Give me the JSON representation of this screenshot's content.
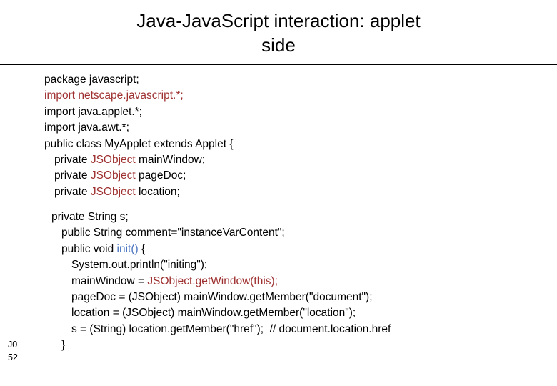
{
  "slide": {
    "title": "Java-JavaScript interaction: applet\nside",
    "background_color": "#ffffff",
    "rule_color": "#000000"
  },
  "colors": {
    "text": "#000000",
    "highlight_red": "#9e3030",
    "highlight_blue": "#4a74c0"
  },
  "code_block_1": {
    "lines": [
      {
        "indent": 0,
        "segments": [
          {
            "text": "package javascript;",
            "color": "plain"
          }
        ]
      },
      {
        "indent": 0,
        "segments": [
          {
            "text": "import netscape.javascript.*;",
            "color": "red"
          }
        ]
      },
      {
        "indent": 0,
        "segments": [
          {
            "text": "import java.applet.*;",
            "color": "plain"
          }
        ]
      },
      {
        "indent": 0,
        "segments": [
          {
            "text": "import java.awt.*;",
            "color": "plain"
          }
        ]
      },
      {
        "indent": 0,
        "segments": [
          {
            "text": "public class MyApplet extends Applet {",
            "color": "plain"
          }
        ]
      },
      {
        "indent": 1,
        "segments": [
          {
            "text": "private ",
            "color": "plain"
          },
          {
            "text": "JSObject",
            "color": "red"
          },
          {
            "text": " mainWindow;",
            "color": "plain"
          }
        ]
      },
      {
        "indent": 1,
        "segments": [
          {
            "text": "private ",
            "color": "plain"
          },
          {
            "text": "JSObject",
            "color": "red"
          },
          {
            "text": " pageDoc;",
            "color": "plain"
          }
        ]
      },
      {
        "indent": 1,
        "segments": [
          {
            "text": "private ",
            "color": "plain"
          },
          {
            "text": "JSObject",
            "color": "red"
          },
          {
            "text": " location;",
            "color": "plain"
          }
        ]
      }
    ]
  },
  "code_block_2": {
    "lines": [
      {
        "indent": 0,
        "segments": [
          {
            "text": "private String s;",
            "color": "plain"
          }
        ]
      },
      {
        "indent": 1,
        "segments": [
          {
            "text": "public String comment=\"instanceVarContent\";",
            "color": "plain"
          }
        ]
      },
      {
        "indent": 1,
        "segments": [
          {
            "text": "public void ",
            "color": "plain"
          },
          {
            "text": "init()",
            "color": "blue"
          },
          {
            "text": " {",
            "color": "plain"
          }
        ]
      },
      {
        "indent": 2,
        "segments": [
          {
            "text": "System.out.println(\"initing\");",
            "color": "plain"
          }
        ]
      },
      {
        "indent": 2,
        "segments": [
          {
            "text": "mainWindow = ",
            "color": "plain"
          },
          {
            "text": "JSObject.getWindow(this);",
            "color": "red"
          }
        ]
      },
      {
        "indent": 2,
        "segments": [
          {
            "text": "pageDoc = (JSObject) mainWindow.getMember(\"document\");",
            "color": "plain"
          }
        ]
      },
      {
        "indent": 2,
        "segments": [
          {
            "text": "location = (JSObject) mainWindow.getMember(\"location\");",
            "color": "plain"
          }
        ]
      },
      {
        "indent": 2,
        "segments": [
          {
            "text": "s = (String) location.getMember(\"href\");  // document.location.href",
            "color": "plain"
          }
        ]
      },
      {
        "indent": 1,
        "segments": [
          {
            "text": "}",
            "color": "plain"
          }
        ]
      }
    ]
  },
  "footer": {
    "marker_top": "J0",
    "marker_bottom": "52"
  }
}
